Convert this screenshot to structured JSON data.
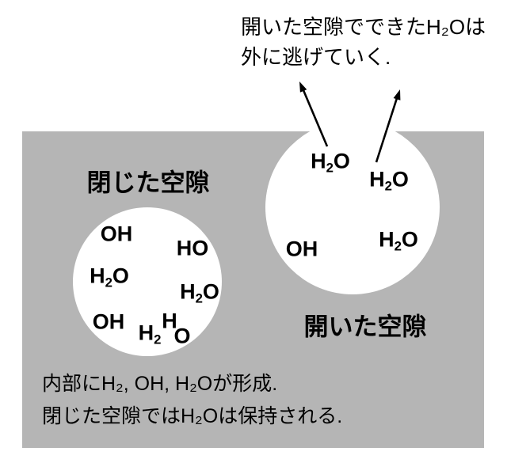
{
  "colors": {
    "background": "#ffffff",
    "solid_region": "#b5b5b5",
    "void_fill": "#ffffff",
    "text": "#000000",
    "arrow": "#000000"
  },
  "caption_top": {
    "line1": "開いた空隙でできたH₂Oは",
    "line2": "外に逃げていく."
  },
  "closed_void": {
    "label": "閉じた空隙",
    "molecules": [
      {
        "pre": "OH",
        "sub": "",
        "post": ""
      },
      {
        "pre": "HO",
        "sub": "",
        "post": ""
      },
      {
        "pre": "H",
        "sub": "2",
        "post": "O"
      },
      {
        "pre": "H",
        "sub": "2",
        "post": "O"
      },
      {
        "pre": "OH",
        "sub": "",
        "post": ""
      },
      {
        "pre": "H",
        "sub": "2",
        "post": ""
      },
      {
        "pre": "H",
        "sub": "",
        "post": ""
      },
      {
        "pre": "O",
        "sub": "",
        "post": ""
      }
    ]
  },
  "open_void": {
    "label": "開いた空隙",
    "molecules": [
      {
        "pre": "H",
        "sub": "2",
        "post": "O"
      },
      {
        "pre": "H",
        "sub": "2",
        "post": "O"
      },
      {
        "pre": "OH",
        "sub": "",
        "post": ""
      },
      {
        "pre": "H",
        "sub": "2",
        "post": "O"
      }
    ]
  },
  "caption_bottom": {
    "line1": "内部にH₂, OH, H₂Oが形成.",
    "line2": "閉じた空隙ではH₂Oは保持される."
  }
}
